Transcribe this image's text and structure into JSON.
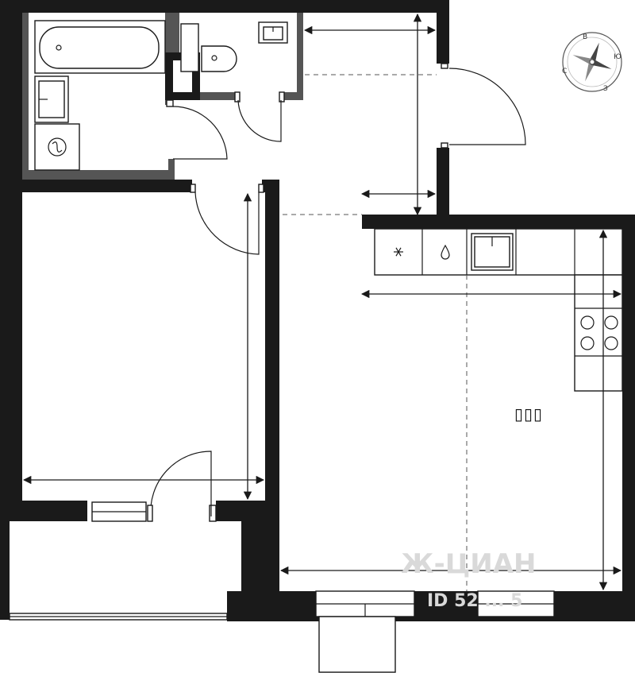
{
  "room_label": "▯▯▯",
  "watermark": {
    "brand": "Ж-ЦИАН",
    "id_text": "ID 52 ... 5"
  },
  "compass": {
    "north": "В",
    "east": "Ю",
    "south": "З",
    "west": "С"
  },
  "appliance_icons": {
    "fridge": "snowflake-icon",
    "water": "drop-icon"
  },
  "colors": {
    "wall": "#1a1a1a",
    "inner_wall": "#555555",
    "background": "#ffffff"
  }
}
